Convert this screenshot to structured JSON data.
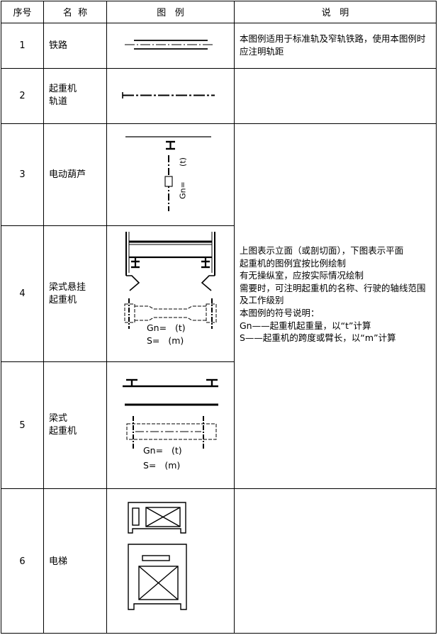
{
  "headers": {
    "seq": "序号",
    "name": "名  称",
    "legend": "图   例",
    "desc": "说   明"
  },
  "rows": [
    {
      "seq": "1",
      "name": "铁路"
    },
    {
      "seq": "2",
      "name": "起重机\n轨道"
    },
    {
      "seq": "3",
      "name": "电动葫芦"
    },
    {
      "seq": "4",
      "name": "梁式悬挂\n起重机"
    },
    {
      "seq": "5",
      "name": "梁式\n起重机"
    },
    {
      "seq": "6",
      "name": "电梯"
    }
  ],
  "row1_desc": "本图例适用于标准轨及窄轨铁路，使用本图例时应注明轨距",
  "group_desc": [
    "上图表示立面（或剖切面），下图表示平面",
    "起重机的图例宜按比例绘制",
    "有无操纵室，应按实际情况绘制",
    "需要时，可注明起重机的名称、行驶的轴线范围及工作级别",
    "本图例的符号说明：",
    "Gn——起重机起重量，以“t”计算",
    "S——起重机的跨度或臂长，以“m”计算"
  ],
  "symbol_labels": {
    "hoist_gn": "Gn=",
    "hoist_t": "(t)",
    "row4_gn": "Gn=   (t)",
    "row4_s": "S=   (m)",
    "row5_gn": "Gn=   (t)",
    "row5_s": "S=   (m)"
  }
}
